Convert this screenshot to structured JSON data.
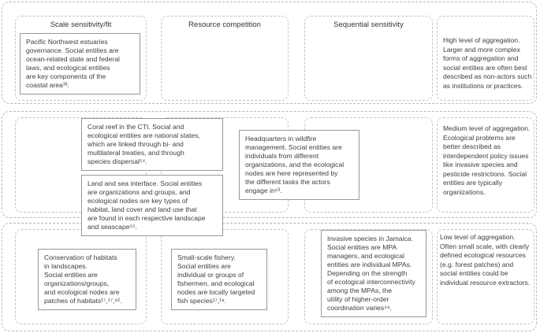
{
  "figure": {
    "column_headers": [
      {
        "id": "scale-sensitivity-fit",
        "label": "Scale sensitivity/fit"
      },
      {
        "id": "resource-competition",
        "label": "Resource competition"
      },
      {
        "id": "sequential-sensitivity",
        "label": "Sequential sensitivity"
      }
    ],
    "aggregation_notes": [
      {
        "id": "high-aggregation",
        "lines": [
          "High level of aggregation.",
          "Larger and more complex",
          "forms of aggregation and",
          "social entities are often best",
          "described as non-actors such",
          "as institutions or practices."
        ]
      },
      {
        "id": "medium-aggregation",
        "lines": [
          "Medium level of aggregation.",
          "Ecological problems are",
          "better described as",
          "interdependent policy issues",
          "like invasive species and",
          "pesticide restrictions. Social",
          "entities are typically",
          "organizations."
        ]
      },
      {
        "id": "low-aggregation",
        "lines": [
          "Low level of aggregation.",
          "Often small scale, with clearly",
          "defined ecological resources",
          "(e.g. forest patches) and",
          "social entities could be",
          "individual resource extractors."
        ]
      }
    ],
    "example_boxes": [
      {
        "id": "pacific-northwest-estuaries",
        "lines": [
          "Pacific Northwest estuaries",
          "governance. Social entities are",
          "ocean-related state and federal",
          "laws, and ecological entities",
          "are key components of the",
          "coastal area³³."
        ]
      },
      {
        "id": "coral-reef-cti",
        "lines": [
          "Coral reef in the CTI. Social and",
          "ecological entities are national states,",
          "which are linked through bi- and",
          "multilateral treaties, and through",
          "species dispersal⁵⁴."
        ]
      },
      {
        "id": "land-and-sea-interface",
        "lines": [
          "Land and sea interface. Social entities",
          "are organizations and groups, and",
          "ecological nodes are key types of",
          "habitat, land cover and land use that",
          "are found in each respective landscape",
          "and seascape⁵⁵."
        ]
      },
      {
        "id": "wildfire-headquarters",
        "lines": [
          "Headquarters in wildfire",
          "management. Social entities are",
          "individuals from different",
          "organizations, and the ecological",
          "nodes are here represented by",
          "the different tasks the actors",
          "engage in⁶³."
        ]
      },
      {
        "id": "habitat-conservation",
        "lines": [
          "Conservation of habitats",
          "in landscapes.",
          "Social entities are",
          "organizations/groups,",
          "and ecological nodes are",
          "patches of habitats¹⁷,⁵⁷,⁶²."
        ]
      },
      {
        "id": "small-scale-fishery",
        "lines": [
          "Small-scale fishery.",
          "Social entities are",
          "individual or groups of",
          "fishermen, and ecological",
          "nodes are locally targeted",
          "fish species¹⁷,¹⁸."
        ]
      },
      {
        "id": "invasive-species-jamaica",
        "lines": [
          "Invasive species in Jamaica.",
          "Social entities are MPA",
          "managers, and ecological",
          "entities are individual MPAs.",
          "Depending on the strength",
          "of ecological interconnectivity",
          "among the MPAs, the",
          "utility of higher-order",
          "coordination varies⁴⁹."
        ]
      }
    ]
  }
}
